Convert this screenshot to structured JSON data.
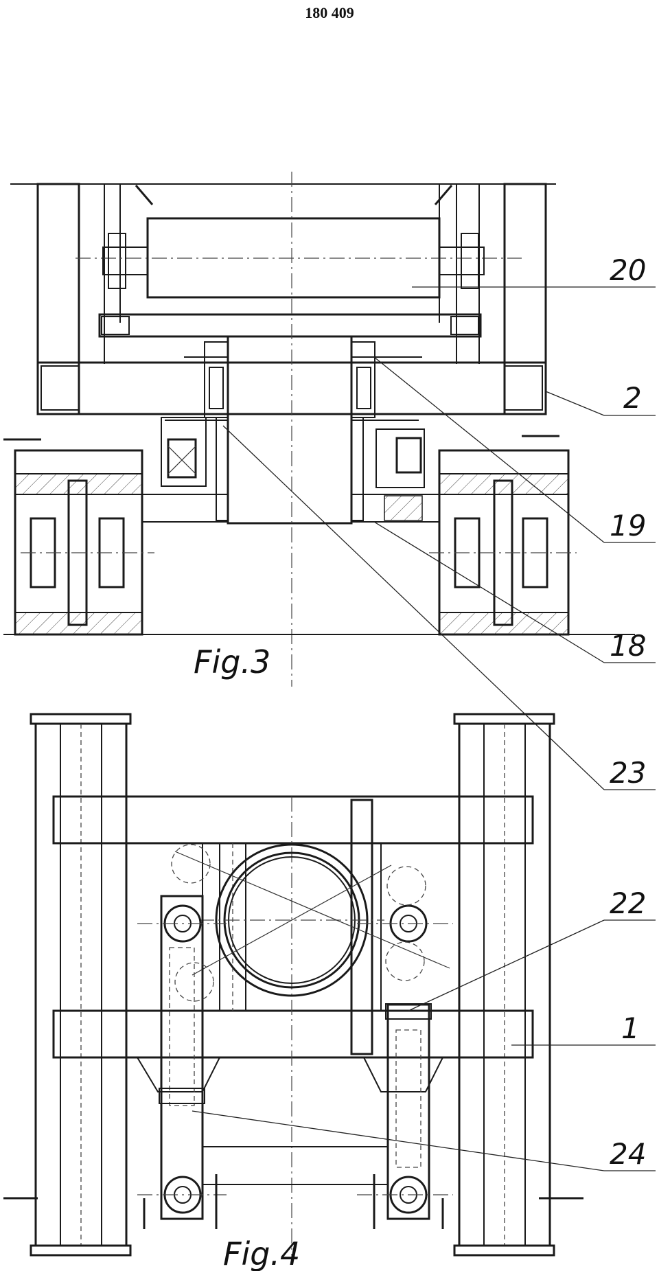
{
  "header": {
    "page_number": "180 409"
  },
  "figures": [
    {
      "label": "Fig.3",
      "callouts": [
        "20",
        "2",
        "19",
        "18",
        "23"
      ]
    },
    {
      "label": "Fig.4",
      "callouts": [
        "22",
        "1",
        "24"
      ]
    }
  ]
}
